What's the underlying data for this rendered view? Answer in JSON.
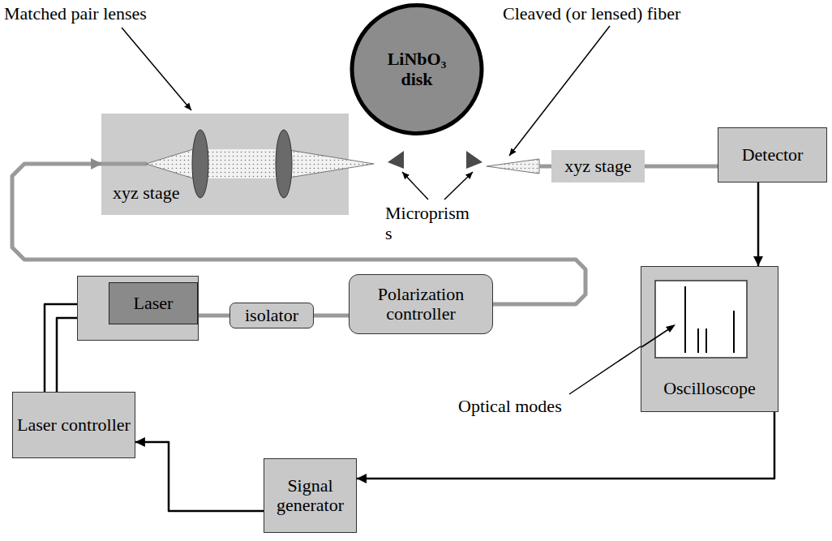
{
  "diagram": {
    "nodes": [
      {
        "text": [
          "LiNbO₃ disk"
        ]
      },
      {
        "text": [
          "xyz stage"
        ]
      },
      {
        "text": [
          "xyz stage"
        ]
      },
      {
        "text": [
          "Detector"
        ]
      },
      {
        "text": [
          "Laser"
        ]
      },
      {
        "text": [
          "isolator"
        ]
      },
      {
        "text": [
          "Polarization controller"
        ]
      },
      {
        "text": [
          "Oscilloscope"
        ]
      },
      {
        "text": [
          "Laser controller"
        ]
      },
      {
        "text": [
          "Signal generator"
        ]
      }
    ],
    "edges": [
      {
        "from": 4,
        "to": 5,
        "arrow": "none"
      },
      {
        "from": 5,
        "to": 6,
        "arrow": "none"
      },
      {
        "from": 6,
        "to": 1,
        "arrow": "to"
      },
      {
        "from": 2,
        "to": 3,
        "arrow": "none"
      },
      {
        "from": 3,
        "to": 7,
        "arrow": "to"
      },
      {
        "from": 7,
        "to": 9,
        "arrow": "to"
      },
      {
        "from": 9,
        "to": 8,
        "arrow": "to"
      },
      {
        "from": 8,
        "to": 4,
        "arrow": "none"
      }
    ],
    "labels": [
      "Matched pair lenses",
      "Cleaved (or lensed) fiber",
      "Microprism s",
      "Optical modes"
    ]
  }
}
